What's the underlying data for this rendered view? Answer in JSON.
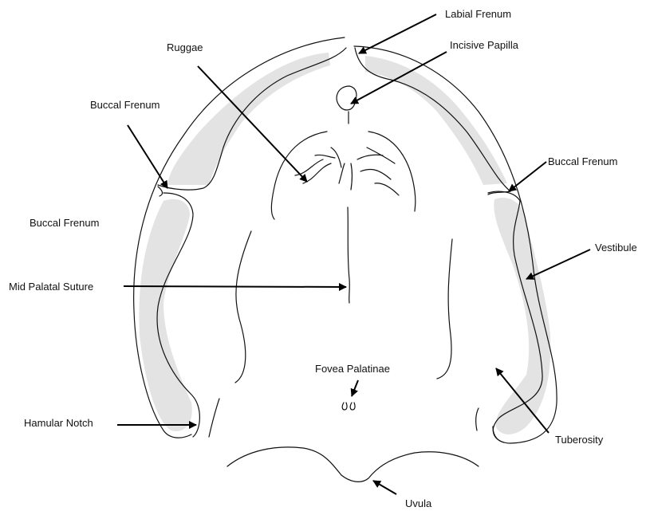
{
  "labels": {
    "labial_frenum": "Labial Frenum",
    "incisive_papilla": "Incisive Papilla",
    "ruggae": "Ruggae",
    "buccal_frenum_left_upper": "Buccal Frenum",
    "buccal_frenum_right": "Buccal Frenum",
    "buccal_frenum_left_lower": "Buccal Frenum",
    "vestibule": "Vestibule",
    "mid_palatal_suture": "Mid Palatal Suture",
    "fovea_palatinae": "Fovea Palatinae",
    "hamular_notch": "Hamular Notch",
    "tuberosity": "Tuberosity",
    "uvula": "Uvula"
  },
  "colors": {
    "line": "#111111",
    "shading": "#e3e3e3",
    "arrow": "#000000"
  }
}
